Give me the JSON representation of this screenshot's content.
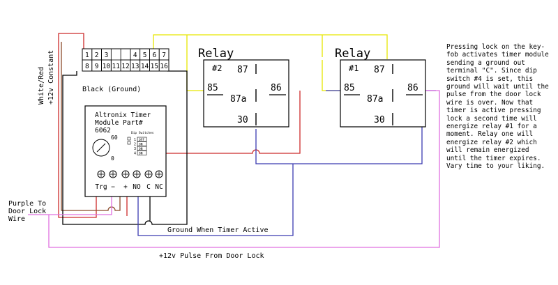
{
  "colors": {
    "yellow": "#e6e600",
    "red": "#cc2a2a",
    "blue": "#3a3ab0",
    "pink": "#e070e0",
    "brown": "#8b4a2b",
    "black": "#000000"
  },
  "labels": {
    "power": [
      "White/Red",
      "+12v Constant"
    ],
    "ground": "Black (Ground)",
    "door_lock": [
      "Purple To",
      "Door Lock",
      "Wire"
    ],
    "ground_active": "Ground When Timer Active",
    "pulse": "+12v Pulse From Door Lock"
  },
  "connector": {
    "top": [
      "1",
      "2",
      "3",
      "",
      "4",
      "5",
      "6",
      "7"
    ],
    "bottom": [
      "8",
      "9",
      "10",
      "11",
      "12",
      "13",
      "14",
      "15",
      "16"
    ]
  },
  "timer": {
    "title": [
      "Altronix Timer",
      "Module Part#",
      "6062"
    ],
    "dial_marks": [
      "60",
      "0"
    ],
    "dip_title": "Dip Switches",
    "dip_numbers": [
      "1",
      "2",
      "3",
      "4"
    ],
    "dip_states": [
      "OFF",
      "ON",
      "ON",
      "ON"
    ],
    "terminals": [
      "Trg",
      "−",
      "+",
      "NO",
      "C",
      "NC"
    ]
  },
  "relays": [
    {
      "title": "Relay",
      "id": "#2",
      "pin87": "87",
      "pin85": "85",
      "pin87a": "87a",
      "pin86": "86",
      "pin30": "30"
    },
    {
      "title": "Relay",
      "id": "#1",
      "pin87": "87",
      "pin85": "85",
      "pin87a": "87a",
      "pin86": "86",
      "pin30": "30"
    }
  ],
  "note": "Pressing lock on the key-fob activates timer module sending a ground out terminal \"C\". Since dip switch #4 is set, this ground will wait until the pulse from the door lock wire is over. Now that timer is active pressing lock a second time will energize relay #1 for a moment. Relay one will energize relay #2 which will remain energized until the timer expires. Vary time to your liking."
}
